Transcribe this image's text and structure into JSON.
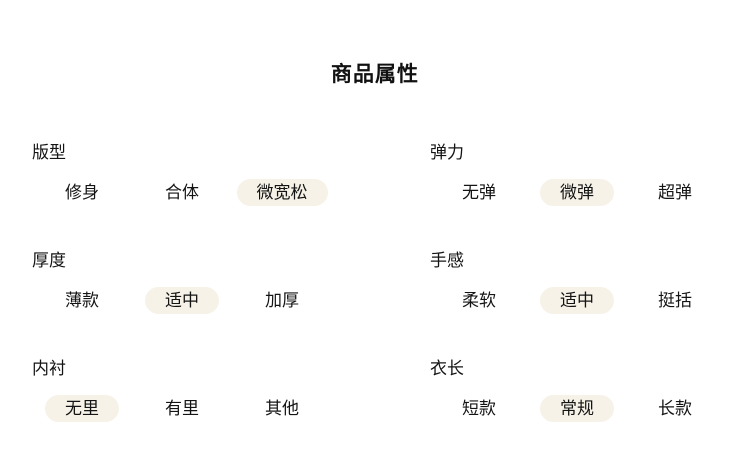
{
  "page": {
    "title": "商品属性"
  },
  "colors": {
    "selected_pill_bg": "#f6f2e8",
    "text": "#141414",
    "background": "#ffffff"
  },
  "groups": [
    {
      "key": "fit-type",
      "label": "版型",
      "options": [
        {
          "text": "修身",
          "selected": false
        },
        {
          "text": "合体",
          "selected": false
        },
        {
          "text": "微宽松",
          "selected": true
        }
      ]
    },
    {
      "key": "elasticity",
      "label": "弹力",
      "options": [
        {
          "text": "无弹",
          "selected": false
        },
        {
          "text": "微弹",
          "selected": true
        },
        {
          "text": "超弹",
          "selected": false
        }
      ]
    },
    {
      "key": "thickness",
      "label": "厚度",
      "options": [
        {
          "text": "薄款",
          "selected": false
        },
        {
          "text": "适中",
          "selected": true
        },
        {
          "text": "加厚",
          "selected": false
        }
      ]
    },
    {
      "key": "hand-feel",
      "label": "手感",
      "options": [
        {
          "text": "柔软",
          "selected": false
        },
        {
          "text": "适中",
          "selected": true
        },
        {
          "text": "挺括",
          "selected": false
        }
      ]
    },
    {
      "key": "lining",
      "label": "内衬",
      "options": [
        {
          "text": "无里",
          "selected": true
        },
        {
          "text": "有里",
          "selected": false
        },
        {
          "text": "其他",
          "selected": false
        }
      ]
    },
    {
      "key": "garment-length",
      "label": "衣长",
      "options": [
        {
          "text": "短款",
          "selected": false
        },
        {
          "text": "常规",
          "selected": true
        },
        {
          "text": "长款",
          "selected": false
        }
      ]
    }
  ]
}
